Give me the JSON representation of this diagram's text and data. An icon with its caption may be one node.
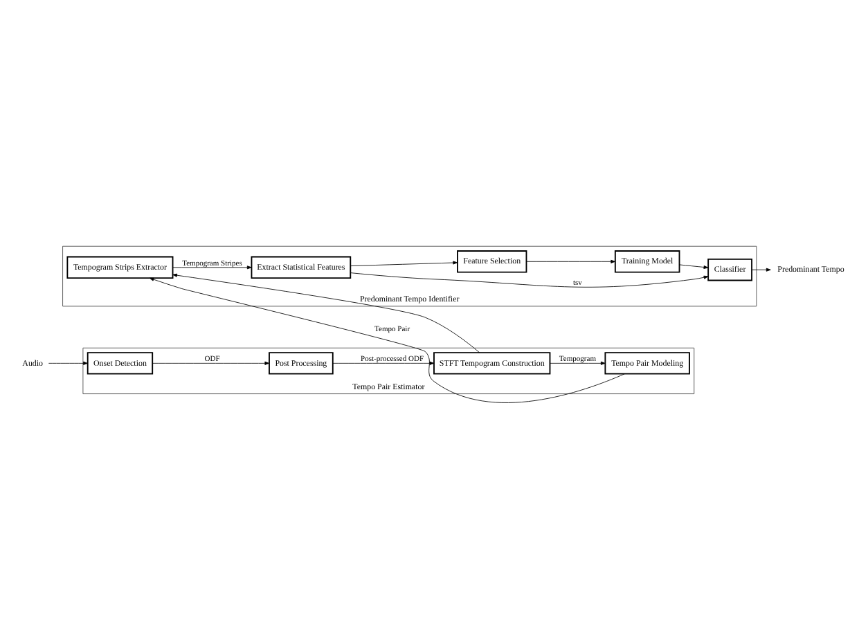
{
  "diagram": {
    "nodes": [
      {
        "text": [
          "Tempo Pair Estimator"
        ]
      },
      {
        "text": [
          "Audio"
        ]
      },
      {
        "text": [
          "Onset Detection"
        ],
        "in": 0
      },
      {
        "text": [
          "Post Processing"
        ],
        "in": 0
      },
      {
        "text": [
          "STFT Tempogram Construction"
        ],
        "in": 0
      },
      {
        "text": [
          "Tempo Pair Modeling"
        ],
        "in": 0
      },
      {
        "text": [
          "Predominant Tempo Identifier"
        ]
      },
      {
        "text": [
          "Tempogram Strips Extractor"
        ],
        "in": 6
      },
      {
        "text": [
          "Extract Statistical Features"
        ],
        "in": 6
      },
      {
        "text": [
          "Classifier"
        ],
        "in": 6
      },
      {
        "text": [
          "Predominant Tempo"
        ]
      },
      {
        "text": [
          "Feature Selection"
        ],
        "in": 6
      },
      {
        "text": [
          "Training Model"
        ],
        "in": 6
      }
    ],
    "edges": [
      {
        "from": 1,
        "to": 2,
        "arrow": "to"
      },
      {
        "from": 2,
        "to": 3,
        "arrow": "to",
        "label": "ODF"
      },
      {
        "from": 3,
        "to": 4,
        "arrow": "to",
        "label": "Post-processed ODF"
      },
      {
        "from": 4,
        "to": 5,
        "arrow": "to",
        "label": "Tempogram"
      },
      {
        "from": 4,
        "to": 7,
        "arrow": "to"
      },
      {
        "from": 5,
        "to": 7,
        "arrow": "to",
        "label": "Tempo Pair"
      },
      {
        "from": 7,
        "to": 8,
        "arrow": "to",
        "label": "Tempogram Stripes"
      },
      {
        "from": 8,
        "to": 9,
        "arrow": "to",
        "label": "tsv"
      },
      {
        "from": 9,
        "to": 10,
        "arrow": "to"
      },
      {
        "from": 8,
        "to": 11,
        "arrow": "to"
      },
      {
        "from": 11,
        "to": 12,
        "arrow": "to"
      },
      {
        "from": 12,
        "to": 9,
        "arrow": "to"
      }
    ]
  }
}
